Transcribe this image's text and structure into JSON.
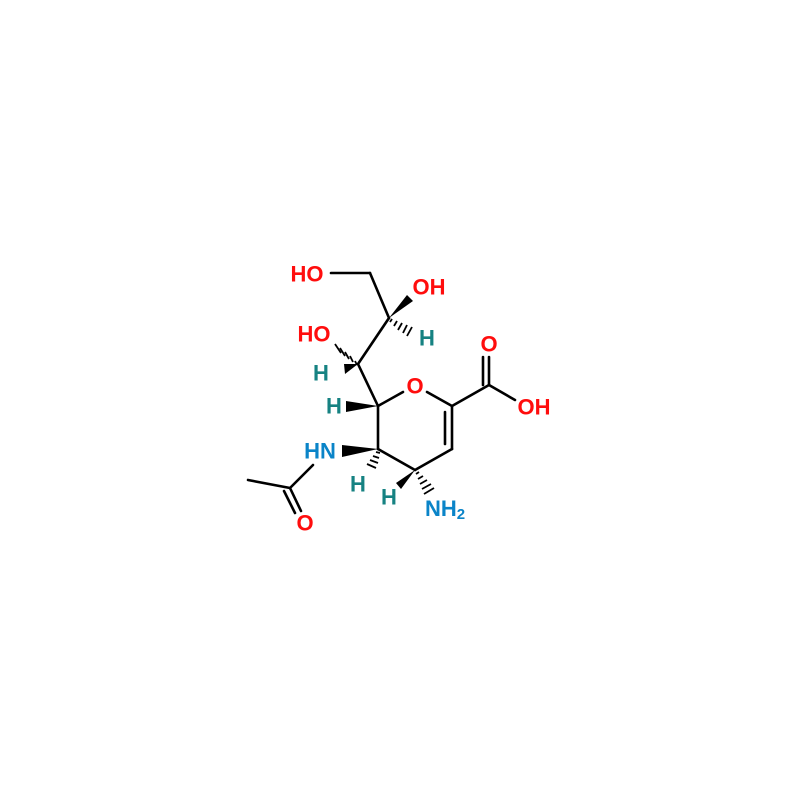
{
  "molecule": {
    "labels": {
      "ho_terminal": "HO",
      "oh_c2": "OH",
      "h_c2": "H",
      "ho_c3": "HO",
      "h_c3": "H",
      "ring_o": "O",
      "carbonyl_o": "O",
      "acid_oh": "OH",
      "h_c4": "H",
      "hn": "HN",
      "h_c8": "H",
      "h_c7": "H",
      "nh": "NH",
      "nh_sub": "2",
      "amide_o": "O"
    },
    "colors": {
      "oxygen": "#ff0d0d",
      "nitrogen": "#0a84c8",
      "hydrogen": "#168282",
      "bond": "#000000"
    }
  }
}
